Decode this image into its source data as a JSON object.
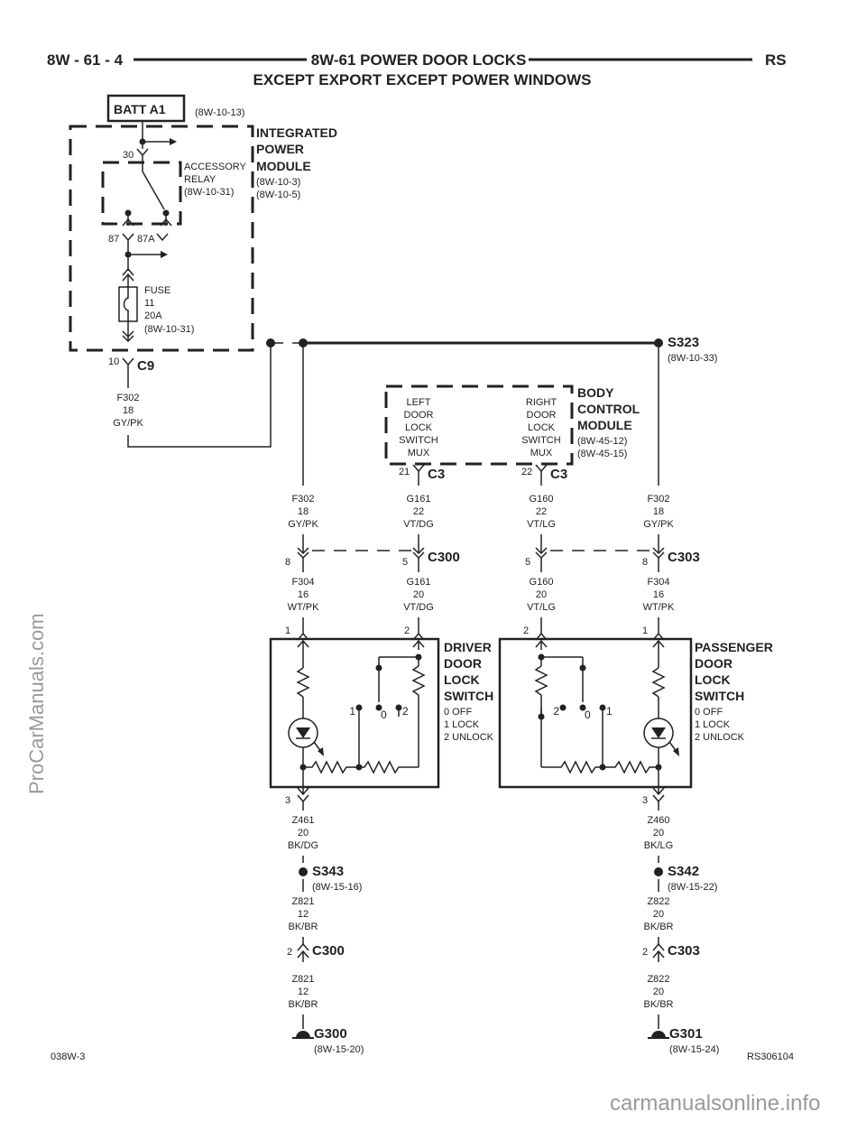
{
  "header": {
    "left": "8W - 61 - 4",
    "center": "8W-61 POWER DOOR LOCKS",
    "right": "RS",
    "subtitle": "EXCEPT EXPORT EXCEPT POWER WINDOWS"
  },
  "batt": {
    "label": "BATT A1",
    "ref": "(8W-10-13)"
  },
  "ipm": {
    "title_lines": [
      "INTEGRATED",
      "POWER",
      "MODULE"
    ],
    "refs": [
      "(8W-10-3)",
      "(8W-10-5)"
    ],
    "relay_lines": [
      "ACCESSORY",
      "RELAY",
      "(8W-10-31)"
    ],
    "relay_pins": {
      "p30": "30",
      "p87": "87",
      "p87a": "87A"
    },
    "fuse_lines": [
      "FUSE",
      "11",
      "20A",
      "(8W-10-31)"
    ],
    "connector": {
      "pin": "10",
      "name": "C9"
    }
  },
  "wire_f302_left": [
    "F302",
    "18",
    "GY/PK"
  ],
  "splice_s323": {
    "name": "S323",
    "ref": "(8W-10-33)"
  },
  "bcm": {
    "title_lines": [
      "BODY",
      "CONTROL",
      "MODULE"
    ],
    "refs": [
      "(8W-45-12)",
      "(8W-45-15)"
    ],
    "left_mux": [
      "LEFT",
      "DOOR",
      "LOCK",
      "SWITCH",
      "MUX"
    ],
    "right_mux": [
      "RIGHT",
      "DOOR",
      "LOCK",
      "SWITCH",
      "MUX"
    ],
    "c3_left": {
      "pin": "21",
      "name": "C3"
    },
    "c3_right": {
      "pin": "22",
      "name": "C3"
    }
  },
  "wires_upper": {
    "a": [
      "F302",
      "18",
      "GY/PK"
    ],
    "b": [
      "G161",
      "22",
      "VT/DG"
    ],
    "c": [
      "G160",
      "22",
      "VT/LG"
    ],
    "d": [
      "F302",
      "18",
      "GY/PK"
    ]
  },
  "connectors_mid": {
    "a_pin": "8",
    "b_pin": "5",
    "c300": "C300",
    "c_pin": "5",
    "d_pin": "8",
    "c303": "C303"
  },
  "wires_lower": {
    "a": [
      "F304",
      "16",
      "WT/PK"
    ],
    "b": [
      "G161",
      "20",
      "VT/DG"
    ],
    "c": [
      "G160",
      "20",
      "VT/LG"
    ],
    "d": [
      "F304",
      "16",
      "WT/PK"
    ]
  },
  "driver_switch": {
    "title_lines": [
      "DRIVER",
      "DOOR",
      "LOCK",
      "SWITCH"
    ],
    "states": [
      "0 OFF",
      "1 LOCK",
      "2 UNLOCK"
    ],
    "pin_top_left": "1",
    "pin_top_right": "2",
    "pin_bottom": "3",
    "pos_labels": [
      "1",
      "0",
      "2"
    ]
  },
  "passenger_switch": {
    "title_lines": [
      "PASSENGER",
      "DOOR",
      "LOCK",
      "SWITCH"
    ],
    "states": [
      "0 OFF",
      "1 LOCK",
      "2 UNLOCK"
    ],
    "pin_top_left": "2",
    "pin_top_right": "1",
    "pin_bottom": "3",
    "pos_labels": [
      "2",
      "0",
      "1"
    ]
  },
  "driver_ground": {
    "wire1": [
      "Z461",
      "20",
      "BK/DG"
    ],
    "splice": {
      "name": "S343",
      "ref": "(8W-15-16)"
    },
    "wire2": [
      "Z821",
      "12",
      "BK/BR"
    ],
    "connector": {
      "pin": "2",
      "name": "C300"
    },
    "wire3": [
      "Z821",
      "12",
      "BK/BR"
    ],
    "ground": {
      "name": "G300",
      "ref": "(8W-15-20)"
    }
  },
  "passenger_ground": {
    "wire1": [
      "Z460",
      "20",
      "BK/LG"
    ],
    "splice": {
      "name": "S342",
      "ref": "(8W-15-22)"
    },
    "wire2": [
      "Z822",
      "20",
      "BK/BR"
    ],
    "connector": {
      "pin": "2",
      "name": "C303"
    },
    "wire3": [
      "Z822",
      "20",
      "BK/BR"
    ],
    "ground": {
      "name": "G301",
      "ref": "(8W-15-24)"
    }
  },
  "footer": {
    "left": "038W-3",
    "right": "RS306104"
  },
  "watermarks": {
    "side": "ProCarManuals.com",
    "bottom": "carmanualsonline.info"
  }
}
